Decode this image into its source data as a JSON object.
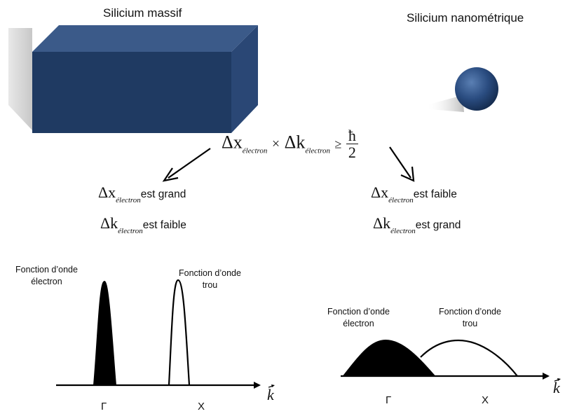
{
  "titles": {
    "bulk": "Silicium massif",
    "nano": "Silicium nanométrique"
  },
  "equation": {
    "dx": "Δx",
    "sub": "électron",
    "times": "×",
    "dk": "Δk",
    "geq": "≥",
    "hbar": "ħ",
    "two": "2"
  },
  "left_statements": {
    "dx_symbol": "Δx",
    "dx_sub": "électron",
    "dx_text": "est grand",
    "dk_symbol": "Δk",
    "dk_sub": "électron",
    "dk_text": "est faible"
  },
  "right_statements": {
    "dx_symbol": "Δx",
    "dx_sub": "électron",
    "dx_text": "est faible",
    "dk_symbol": "Δk",
    "dk_sub": "électron",
    "dk_text": "est grand"
  },
  "left_plot": {
    "electron_label_1": "Fonction d’onde",
    "electron_label_2": "électron",
    "hole_label_1": "Fonction d’onde",
    "hole_label_2": "trou",
    "gamma": "Γ",
    "x_point": "X",
    "axis": "k"
  },
  "right_plot": {
    "electron_label_1": "Fonction d’onde",
    "electron_label_2": "électron",
    "hole_label_1": "Fonction d’onde",
    "hole_label_2": "trou",
    "gamma": "Γ",
    "x_point": "X",
    "axis": "k"
  },
  "colors": {
    "box_front": "#1f3a62",
    "box_top": "#3b5a89",
    "box_side": "#2a4775",
    "sphere": "#27497c",
    "shadow": "#cfcfcf",
    "ink": "#000000"
  }
}
